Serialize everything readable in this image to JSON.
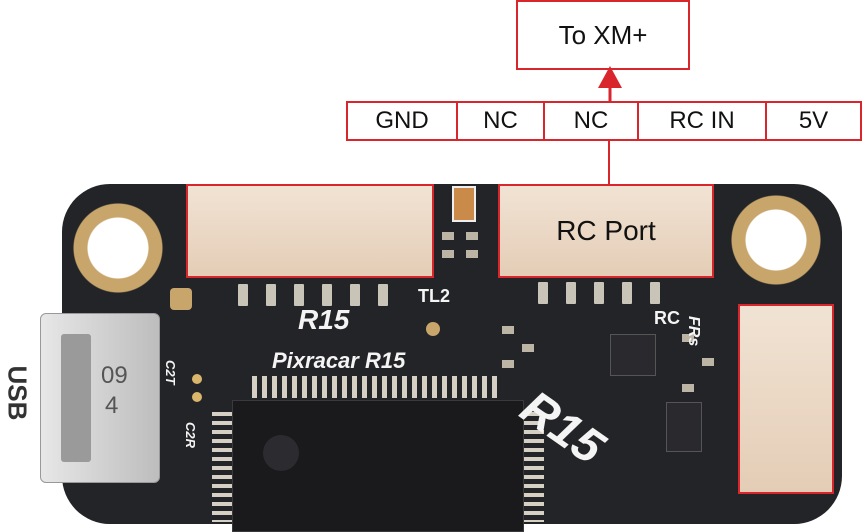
{
  "target_label": "To XM+",
  "pinout": [
    "GND",
    "NC",
    "NC",
    "RC IN",
    "5V"
  ],
  "port_label": "RC Port",
  "usb_label": "USB",
  "board_silkscreen": {
    "model": "Pixracar R15",
    "version_large": "R15",
    "version_small": "R15",
    "tl2": "TL2",
    "rc": "RC",
    "frs": "FRs",
    "c2t": "C2T",
    "c2r": "C2R",
    "usb_id_1": "09",
    "usb_id_2": "4"
  },
  "colors": {
    "annotation_red": "#d9262c",
    "board": "#232427",
    "connector": "#f1e3d4",
    "mount_ring": "#c8a56a"
  }
}
